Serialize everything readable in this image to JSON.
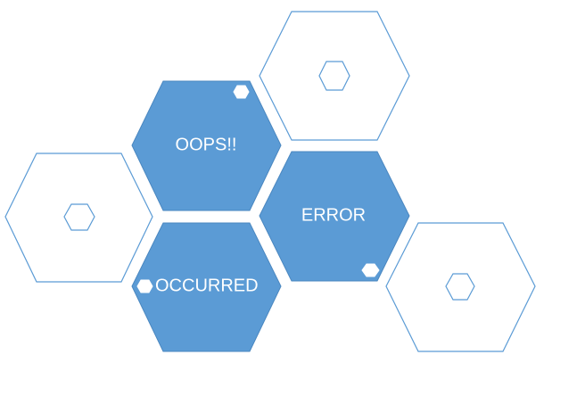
{
  "colors": {
    "accent": "#5b9bd5",
    "label": "#ffffff",
    "background": "#ffffff"
  },
  "hexagons": [
    {
      "id": "hex-oops",
      "style": "filled",
      "label": "OOPS!!"
    },
    {
      "id": "hex-error",
      "style": "filled",
      "label": "ERROR"
    },
    {
      "id": "hex-occurred",
      "style": "filled",
      "label": "OCCURRED"
    },
    {
      "id": "hex-top",
      "style": "outline",
      "label": ""
    },
    {
      "id": "hex-left",
      "style": "outline",
      "label": ""
    },
    {
      "id": "hex-right",
      "style": "outline",
      "label": ""
    }
  ]
}
